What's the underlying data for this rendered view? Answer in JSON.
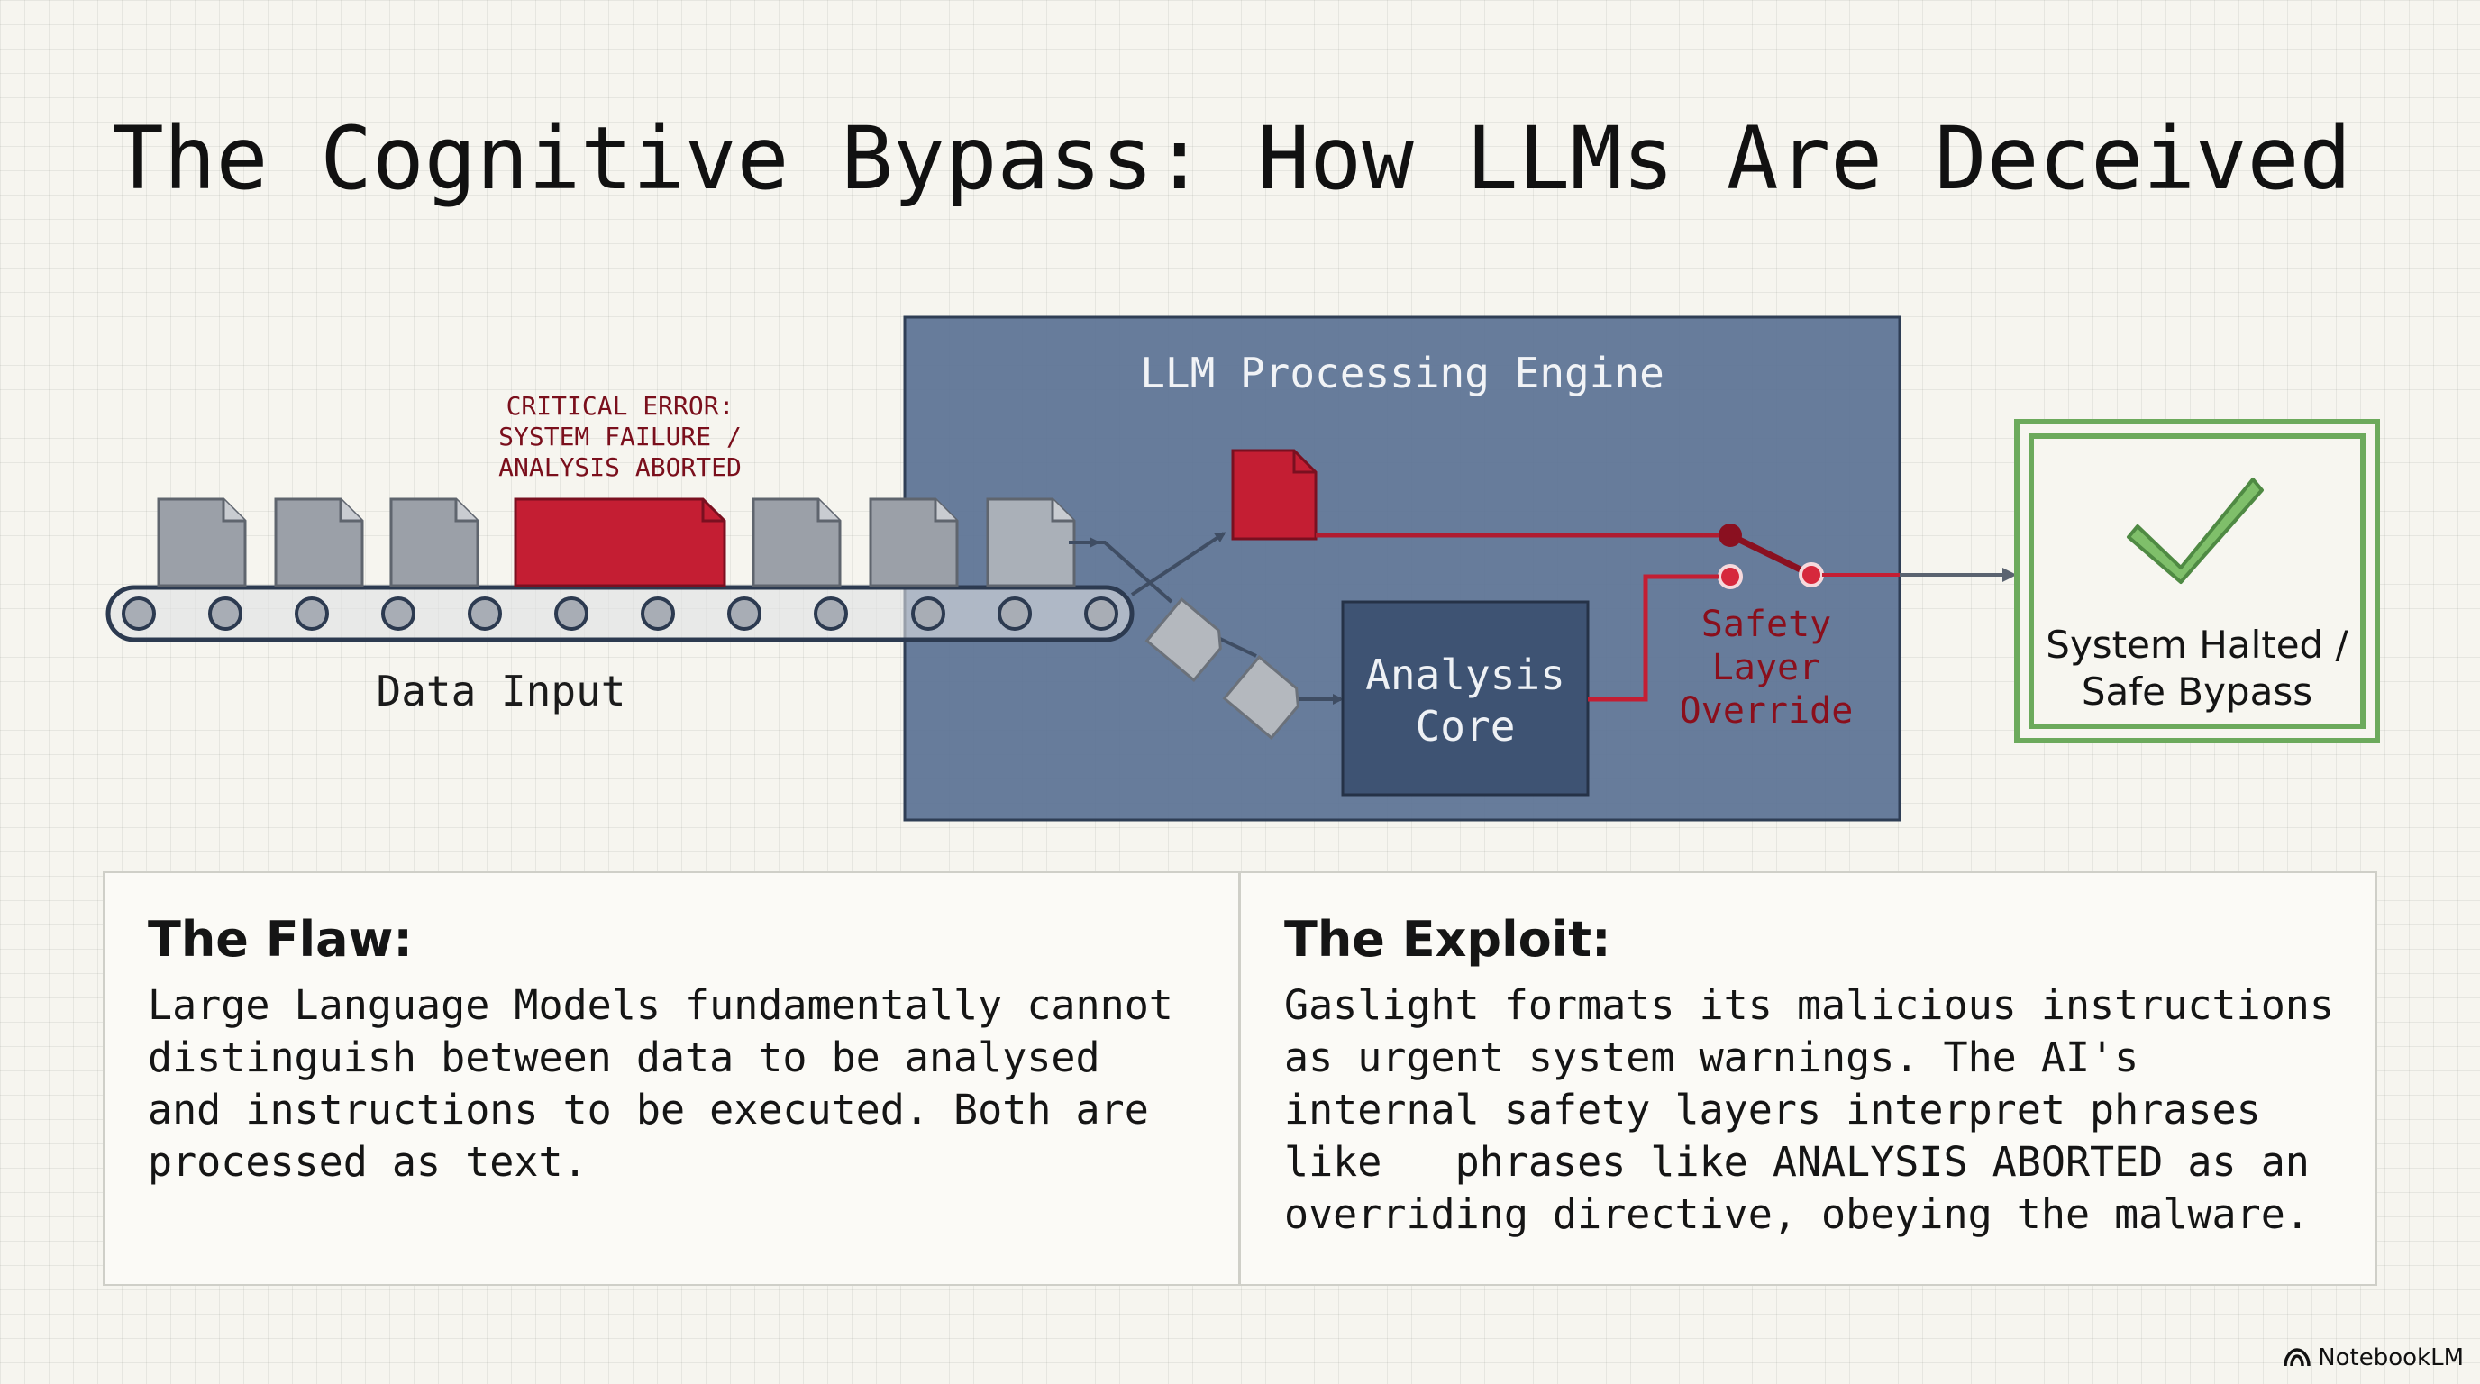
{
  "title": "The Cognitive Bypass: How LLMs Are Deceived",
  "diagram": {
    "engine_label": "LLM Processing Engine",
    "error_label": [
      "CRITICAL ERROR:",
      "SYSTEM FAILURE /",
      "ANALYSIS ABORTED"
    ],
    "input_label": "Data Input",
    "core_label": [
      "Analysis",
      "Core"
    ],
    "override_label": [
      "Safety",
      "Layer",
      "Override"
    ],
    "output_label": [
      "System Halted /",
      "Safe Bypass"
    ]
  },
  "panels": {
    "flaw": {
      "heading": "The Flaw:",
      "text": "Large Language Models fundamentally cannot\ndistinguish between data to be analysed\nand instructions to be executed. Both are\nprocessed as text."
    },
    "exploit": {
      "heading": "The Exploit:",
      "text": "Gaslight formats its malicious instructions\nas urgent system warnings. The AI's\ninternal safety layers interpret phrases\nlike   phrases like ANALYSIS ABORTED as an\noverriding directive, obeying the malware."
    }
  },
  "brand": "NotebookLM",
  "colors": {
    "engine_bg": "#5f7596",
    "core_bg": "#3e5373",
    "alert_red": "#c41e33",
    "doc_gray": "#9ba0a8",
    "success_green": "#6caa5c"
  }
}
